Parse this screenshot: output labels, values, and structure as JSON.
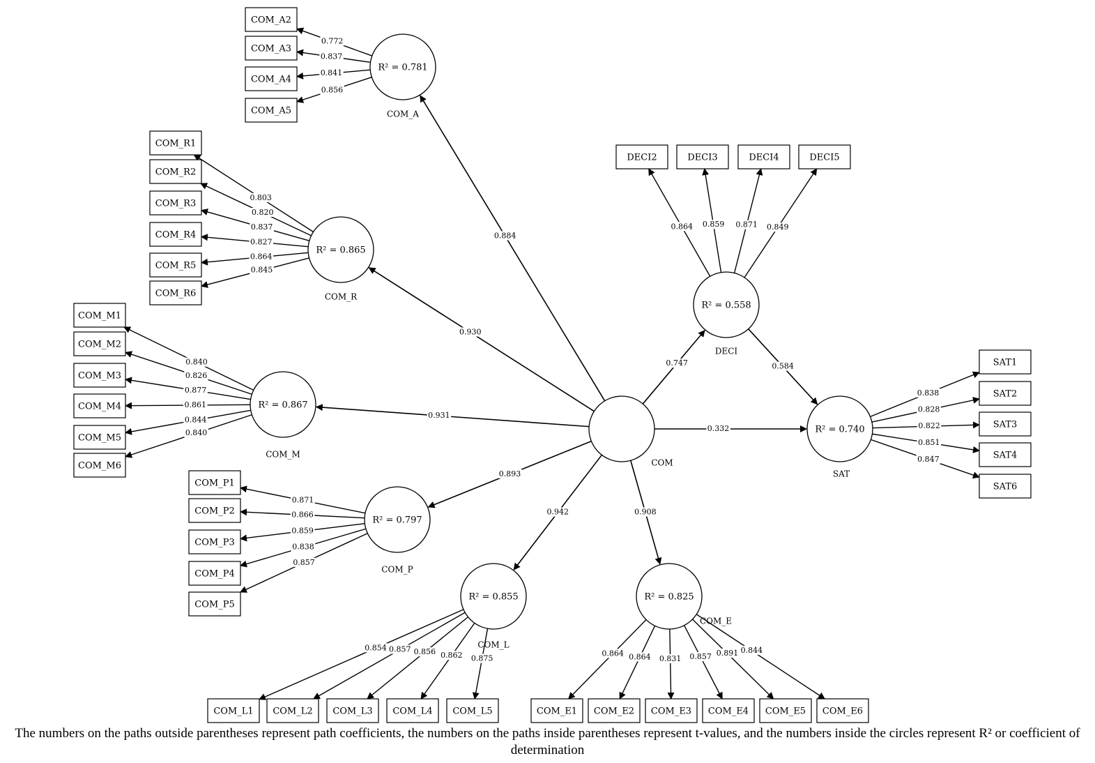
{
  "hub": {
    "id": "COM",
    "label": "COM"
  },
  "constructs": [
    {
      "id": "COM_A",
      "label": "COM_A",
      "r2_text": "R² = 0.781"
    },
    {
      "id": "COM_R",
      "label": "COM_R",
      "r2_text": "R² = 0.865"
    },
    {
      "id": "COM_M",
      "label": "COM_M",
      "r2_text": "R² = 0.867"
    },
    {
      "id": "COM_P",
      "label": "COM_P",
      "r2_text": "R² = 0.797"
    },
    {
      "id": "COM_L",
      "label": "COM_L",
      "r2_text": "R² = 0.855"
    },
    {
      "id": "COM_E",
      "label": "COM_E",
      "r2_text": "R² = 0.825"
    },
    {
      "id": "DECI",
      "label": "DECI",
      "r2_text": "R² = 0.558"
    },
    {
      "id": "SAT",
      "label": "SAT",
      "r2_text": "R² = 0.740"
    }
  ],
  "structural_paths": [
    {
      "from": "COM",
      "to": "COM_A",
      "coef": "0.884"
    },
    {
      "from": "COM",
      "to": "COM_R",
      "coef": "0.930"
    },
    {
      "from": "COM",
      "to": "COM_M",
      "coef": "0.931"
    },
    {
      "from": "COM",
      "to": "COM_P",
      "coef": "0.893"
    },
    {
      "from": "COM",
      "to": "COM_L",
      "coef": "0.942"
    },
    {
      "from": "COM",
      "to": "COM_E",
      "coef": "0.908"
    },
    {
      "from": "COM",
      "to": "DECI",
      "coef": "0.747"
    },
    {
      "from": "COM",
      "to": "SAT",
      "coef": "0.332"
    },
    {
      "from": "DECI",
      "to": "SAT",
      "coef": "0.584"
    }
  ],
  "indicators": [
    {
      "construct": "COM_A",
      "items": [
        {
          "label": "COM_A2",
          "loading": "0.772"
        },
        {
          "label": "COM_A3",
          "loading": "0.837"
        },
        {
          "label": "COM_A4",
          "loading": "0.841"
        },
        {
          "label": "COM_A5",
          "loading": "0.856"
        }
      ]
    },
    {
      "construct": "COM_R",
      "items": [
        {
          "label": "COM_R1",
          "loading": "0.803"
        },
        {
          "label": "COM_R2",
          "loading": "0.820"
        },
        {
          "label": "COM_R3",
          "loading": "0.837"
        },
        {
          "label": "COM_R4",
          "loading": "0.827"
        },
        {
          "label": "COM_R5",
          "loading": "0.864"
        },
        {
          "label": "COM_R6",
          "loading": "0.845"
        }
      ]
    },
    {
      "construct": "COM_M",
      "items": [
        {
          "label": "COM_M1",
          "loading": "0.840"
        },
        {
          "label": "COM_M2",
          "loading": "0.826"
        },
        {
          "label": "COM_M3",
          "loading": "0.877"
        },
        {
          "label": "COM_M4",
          "loading": "0.861"
        },
        {
          "label": "COM_M5",
          "loading": "0.844"
        },
        {
          "label": "COM_M6",
          "loading": "0.840"
        }
      ]
    },
    {
      "construct": "COM_P",
      "items": [
        {
          "label": "COM_P1",
          "loading": "0.871"
        },
        {
          "label": "COM_P2",
          "loading": "0.866"
        },
        {
          "label": "COM_P3",
          "loading": "0.859"
        },
        {
          "label": "COM_P4",
          "loading": "0.838"
        },
        {
          "label": "COM_P5",
          "loading": "0.857"
        }
      ]
    },
    {
      "construct": "COM_L",
      "items": [
        {
          "label": "COM_L1",
          "loading": "0.854"
        },
        {
          "label": "COM_L2",
          "loading": "0.857"
        },
        {
          "label": "COM_L3",
          "loading": "0.856"
        },
        {
          "label": "COM_L4",
          "loading": "0.862"
        },
        {
          "label": "COM_L5",
          "loading": "0.875"
        }
      ]
    },
    {
      "construct": "COM_E",
      "items": [
        {
          "label": "COM_E1",
          "loading": "0.864"
        },
        {
          "label": "COM_E2",
          "loading": "0.864"
        },
        {
          "label": "COM_E3",
          "loading": "0.831"
        },
        {
          "label": "COM_E4",
          "loading": "0.857"
        },
        {
          "label": "COM_E5",
          "loading": "0.891"
        },
        {
          "label": "COM_E6",
          "loading": "0.844"
        }
      ]
    },
    {
      "construct": "DECI",
      "items": [
        {
          "label": "DECI2",
          "loading": "0.864"
        },
        {
          "label": "DECI3",
          "loading": "0.859"
        },
        {
          "label": "DECI4",
          "loading": "0.871"
        },
        {
          "label": "DECI5",
          "loading": "0.849"
        }
      ]
    },
    {
      "construct": "SAT",
      "items": [
        {
          "label": "SAT1",
          "loading": "0.838"
        },
        {
          "label": "SAT2",
          "loading": "0.828"
        },
        {
          "label": "SAT3",
          "loading": "0.822"
        },
        {
          "label": "SAT4",
          "loading": "0.851"
        },
        {
          "label": "SAT6",
          "loading": "0.847"
        }
      ]
    }
  ],
  "caption": "The numbers on the paths outside parentheses represent path coefficients, the numbers on the paths inside parentheses represent t-values, and the numbers inside the circles represent R² or coefficient of determination"
}
